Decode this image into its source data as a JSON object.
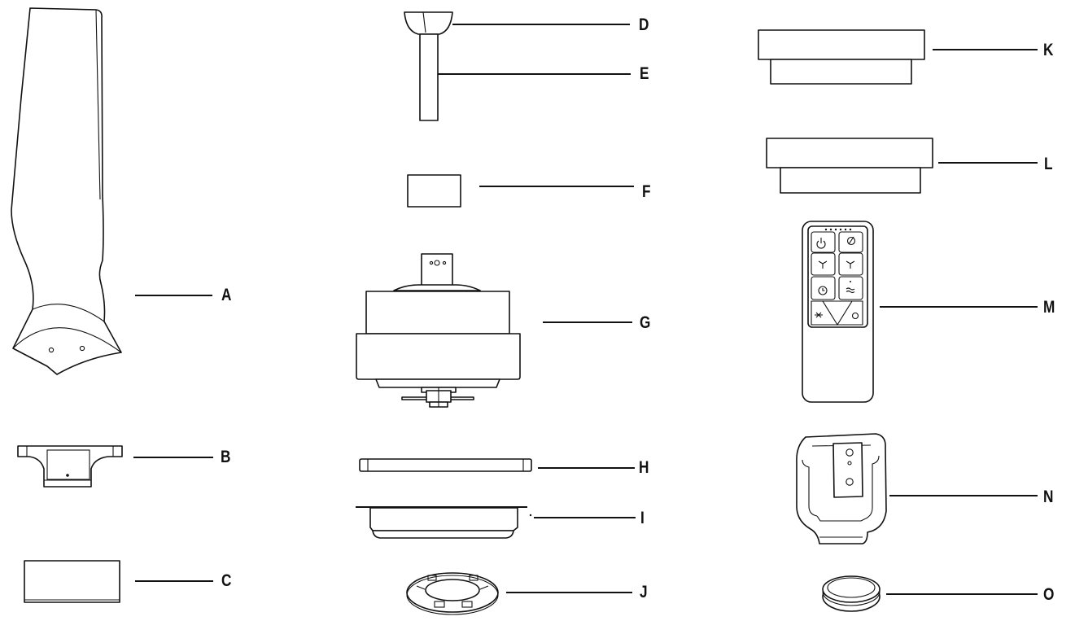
{
  "parts": [
    {
      "key": "A",
      "label": "A",
      "icon": "fan-blade-icon"
    },
    {
      "key": "B",
      "label": "B",
      "icon": "blade-bracket-icon"
    },
    {
      "key": "C",
      "label": "C",
      "icon": "box-icon"
    },
    {
      "key": "D",
      "label": "D",
      "icon": "ball-hanger-icon"
    },
    {
      "key": "E",
      "label": "E",
      "icon": "downrod-icon"
    },
    {
      "key": "F",
      "label": "F",
      "icon": "coupler-cover-icon"
    },
    {
      "key": "G",
      "label": "G",
      "icon": "motor-housing-icon"
    },
    {
      "key": "H",
      "label": "H",
      "icon": "switch-housing-plate-icon"
    },
    {
      "key": "I",
      "label": "I",
      "icon": "light-kit-icon"
    },
    {
      "key": "J",
      "label": "J",
      "icon": "mounting-ring-icon"
    },
    {
      "key": "K",
      "label": "K",
      "icon": "canopy-icon"
    },
    {
      "key": "L",
      "label": "L",
      "icon": "canopy-icon"
    },
    {
      "key": "M",
      "label": "M",
      "icon": "remote-control-icon"
    },
    {
      "key": "N",
      "label": "N",
      "icon": "remote-holder-icon"
    },
    {
      "key": "O",
      "label": "O",
      "icon": "battery-icon"
    }
  ]
}
